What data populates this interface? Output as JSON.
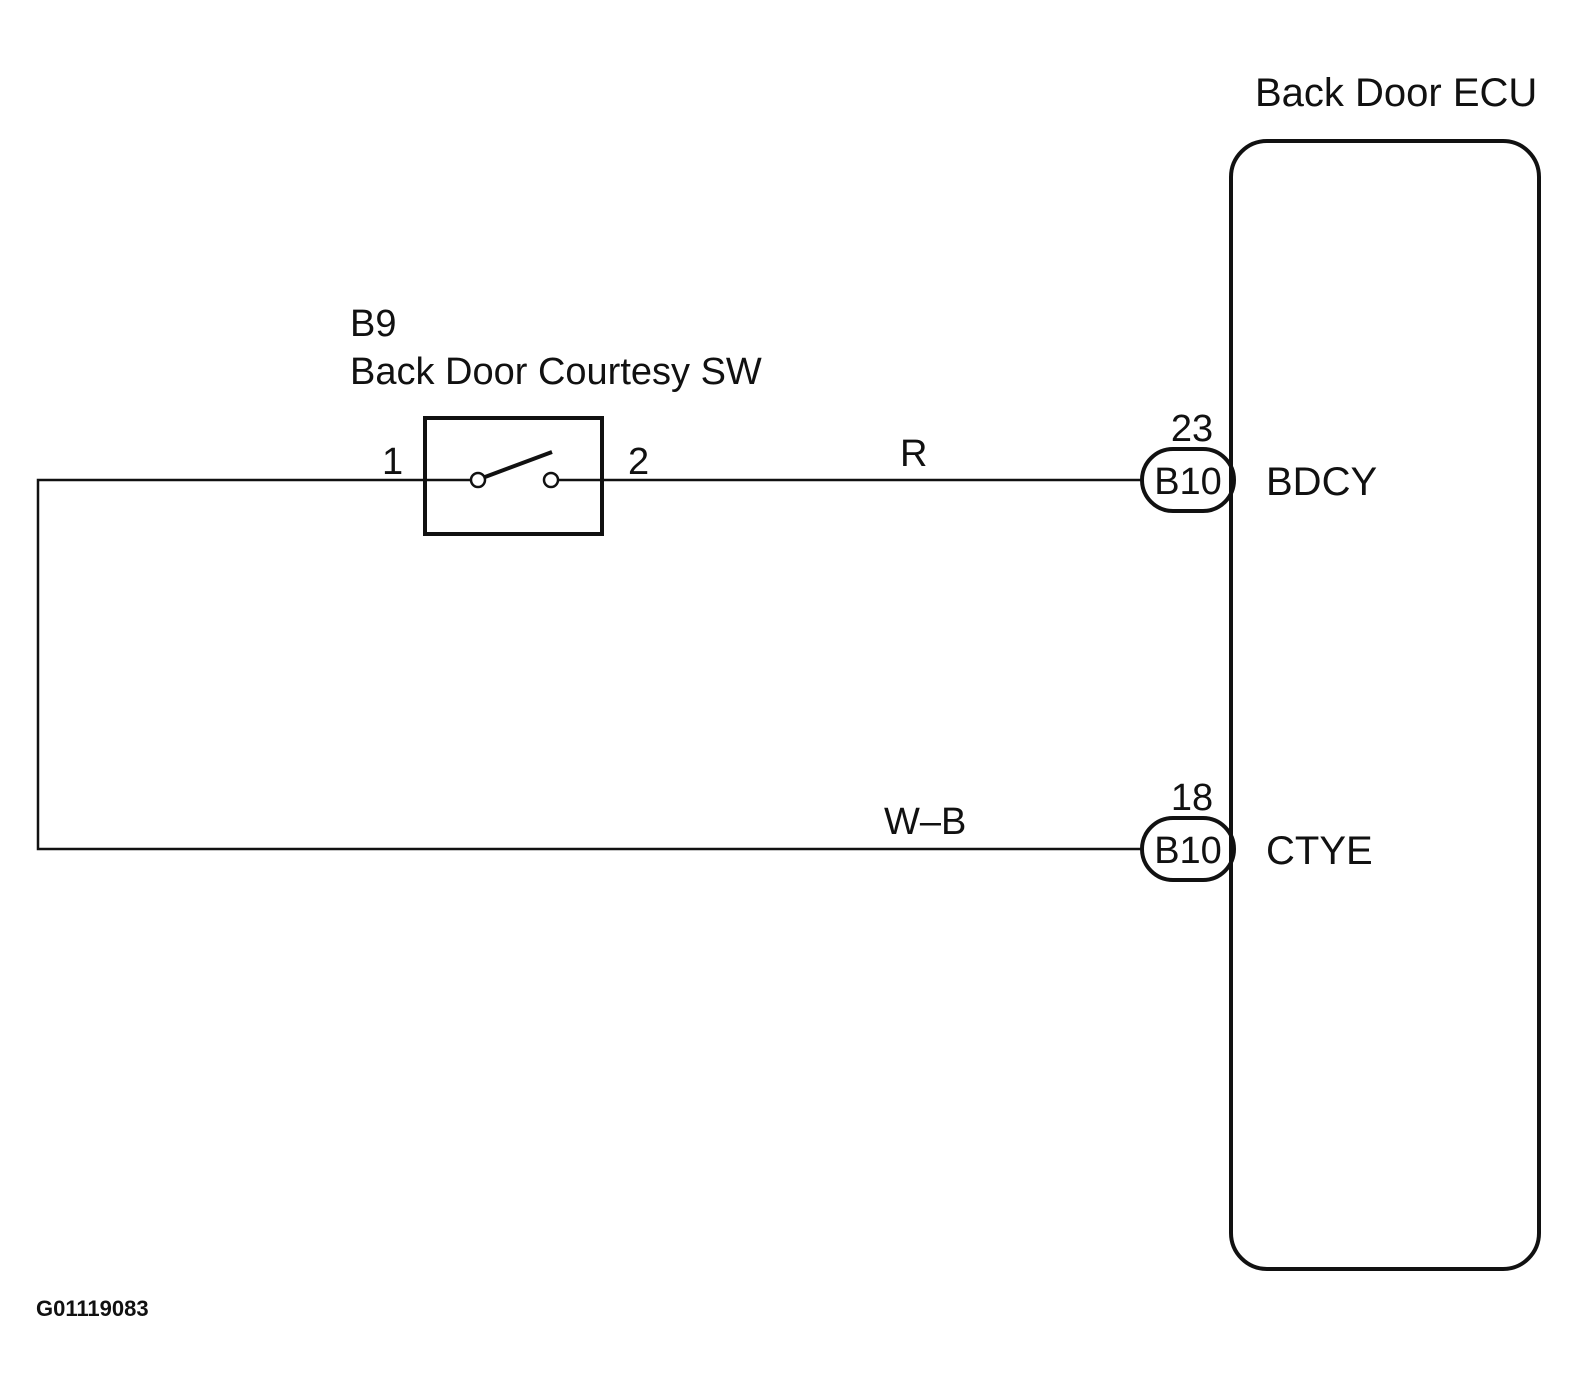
{
  "ecu": {
    "title": "Back Door ECU",
    "terminals": [
      {
        "pin": "23",
        "connector": "B10",
        "name": "BDCY"
      },
      {
        "pin": "18",
        "connector": "B10",
        "name": "CTYE"
      }
    ]
  },
  "switch": {
    "code": "B9",
    "name": "Back Door Courtesy SW",
    "pin_left": "1",
    "pin_right": "2"
  },
  "wires": {
    "top_color": "R",
    "bottom_color": "W–B"
  },
  "figure_id": "G01119083"
}
